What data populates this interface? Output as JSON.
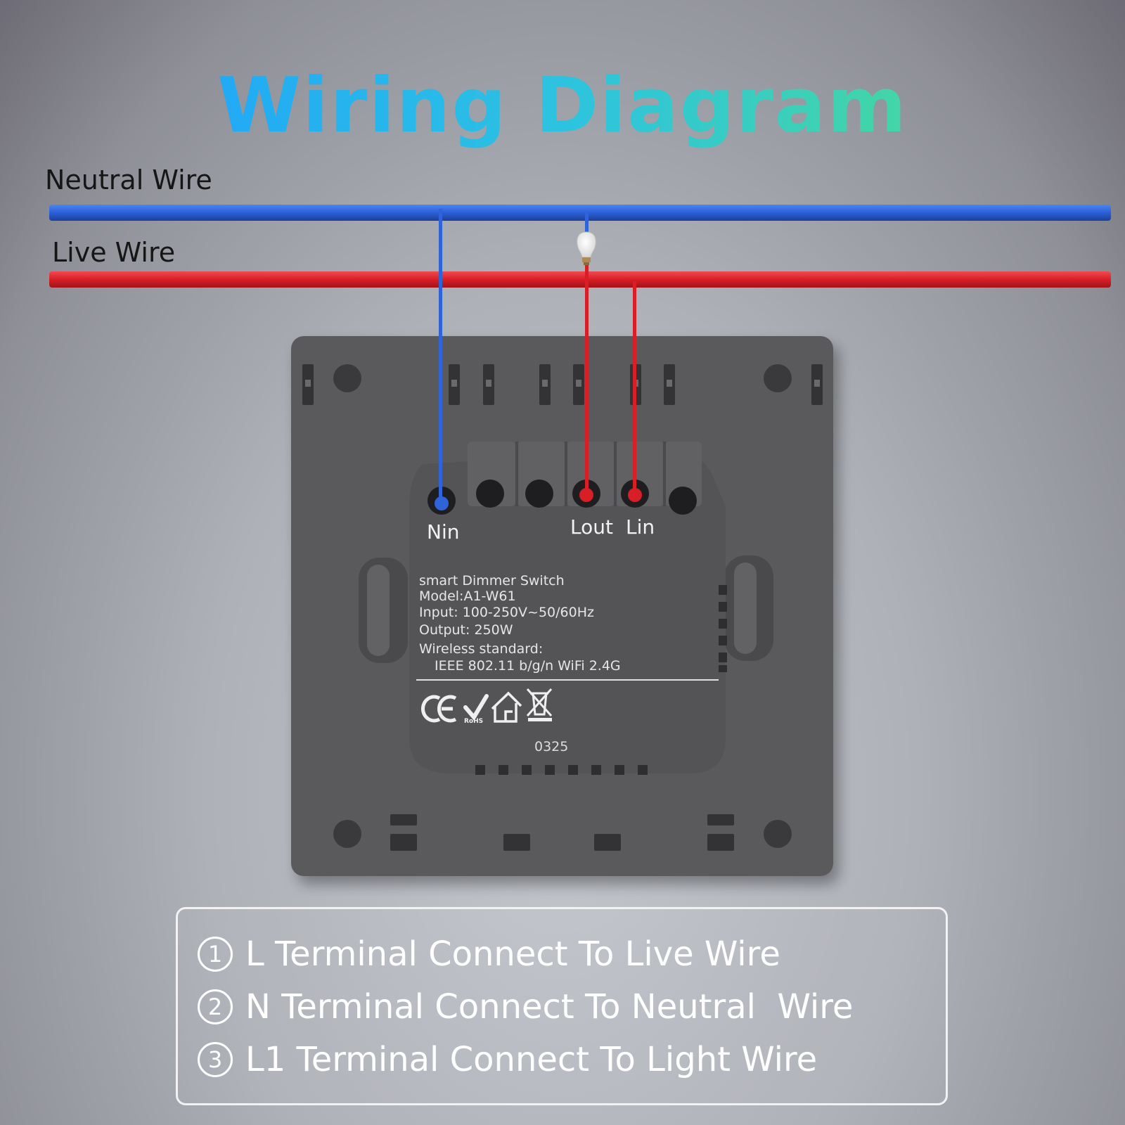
{
  "title": "Wiring Diagram",
  "wires": {
    "neutral_label": "Neutral Wire",
    "live_label": "Live Wire",
    "neutral_color": "#2f63d8",
    "live_color": "#d81f25"
  },
  "terminals": {
    "nin": "Nin",
    "lout": "Lout",
    "lin": "Lin"
  },
  "device": {
    "product": "smart Dimmer Switch",
    "model": "Model:A1-W61",
    "input": "Input: 100-250V~50/60Hz",
    "output": "Output: 250W",
    "wireless_label": "Wireless standard:",
    "wireless_value": "IEEE 802.11 b/g/n WiFi 2.4G",
    "rohs": "RoHS",
    "batch": "0325",
    "panel_color": "#5a5a5c"
  },
  "instructions": [
    {
      "num": "1",
      "text": "L Terminal Connect To Live Wire"
    },
    {
      "num": "2",
      "text": "N Terminal Connect To Neutral  Wire"
    },
    {
      "num": "3",
      "text": "L1 Terminal Connect To Light Wire"
    }
  ],
  "icons": [
    "ce-mark-icon",
    "rohs-check-icon",
    "indoor-use-house-icon",
    "weee-bin-icon",
    "light-bulb-icon"
  ]
}
